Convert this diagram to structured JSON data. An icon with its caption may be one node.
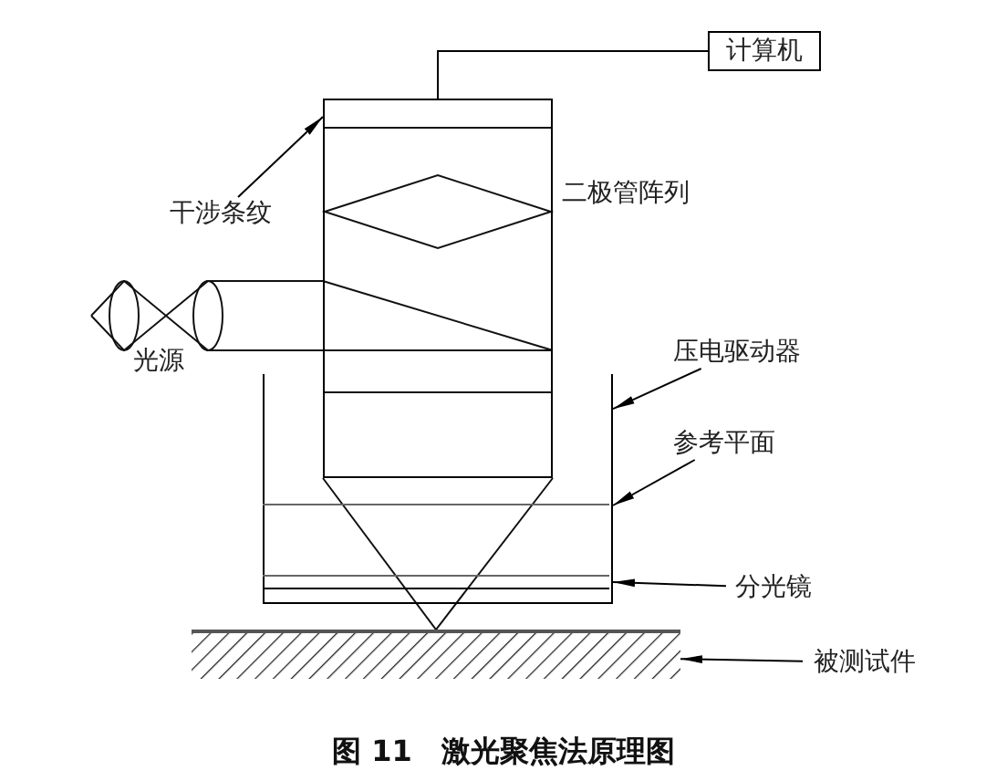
{
  "diagram": {
    "caption": "图 11　激光聚焦法原理图",
    "nodes": [
      {
        "text": [
          "计算机"
        ]
      },
      {
        "text": [],
        "shape": "box",
        "beside": [
          "二极管阵列"
        ]
      },
      {
        "text": [
          "干涉条纹"
        ]
      },
      {
        "text": [
          "压电驱动器"
        ]
      },
      {
        "text": [
          "参考平面"
        ]
      },
      {
        "text": [
          "分光镜"
        ]
      },
      {
        "text": [
          "被测试件"
        ]
      },
      {
        "text": [],
        "shape": "bar"
      },
      {
        "text": [],
        "shape": "box"
      },
      {
        "text": [],
        "shape": "bar",
        "in": 8
      },
      {
        "text": [],
        "shape": "bar",
        "in": 8
      }
    ],
    "edges": [
      {
        "from": 1,
        "to": 0,
        "arrow": "none"
      },
      {
        "from": 2,
        "to": 1,
        "arrow": "to"
      },
      {
        "from": 3,
        "to": 8,
        "arrow": "to"
      },
      {
        "from": 4,
        "to": 9,
        "arrow": "to"
      },
      {
        "from": 5,
        "to": 10,
        "arrow": "to"
      },
      {
        "from": 6,
        "to": 7,
        "arrow": "to"
      }
    ],
    "labels": [
      "光源"
    ]
  }
}
